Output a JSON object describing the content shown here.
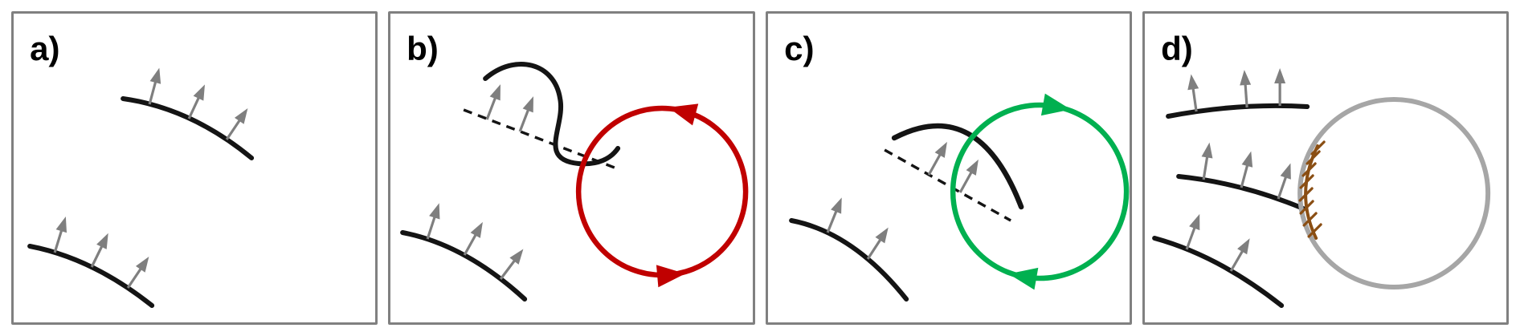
{
  "figure": {
    "panels": [
      {
        "label": "a)"
      },
      {
        "label": "b)"
      },
      {
        "label": "c)"
      },
      {
        "label": "d)"
      }
    ]
  },
  "semantics": {
    "red_circle_rotation": "counterclockwise",
    "green_circle_rotation": "clockwise",
    "gray_arrows": "surface-normal-arrows",
    "brown_marks": "hatched-boundary-on-circle"
  },
  "colors": {
    "black": "#141414",
    "arrow": "#7f7f7f",
    "border": "#808080",
    "red": "#c00000",
    "green": "#00b050",
    "circlegray": "#a6a6a6",
    "brown": "#8a4e13",
    "background": "#ffffff"
  }
}
